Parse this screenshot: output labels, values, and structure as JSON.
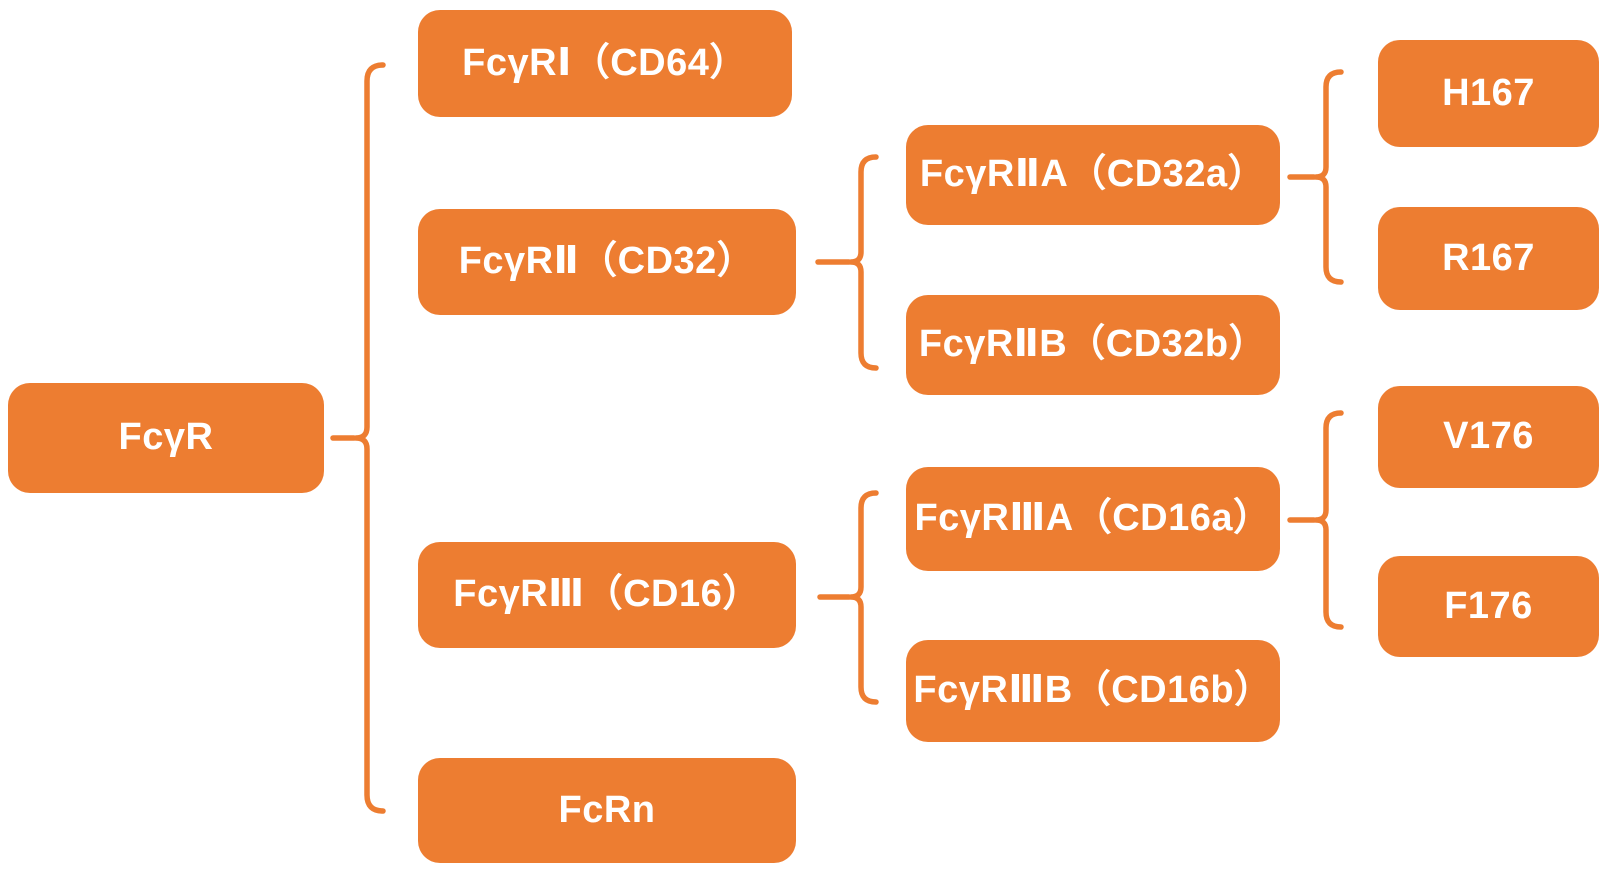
{
  "colors": {
    "node_fill": "#ED7D31",
    "node_text": "#FFFFFF",
    "connector": "#ED7D31",
    "background": "#FFFFFF"
  },
  "tree": {
    "label": "FcγR",
    "children": [
      {
        "label": "FcγRⅠ（CD64）",
        "children": []
      },
      {
        "label": "FcγRⅡ（CD32）",
        "children": [
          {
            "label": "FcγRⅡA（CD32a）",
            "children": [
              {
                "label": "H167"
              },
              {
                "label": "R167"
              }
            ]
          },
          {
            "label": "FcγRⅡB（CD32b）",
            "children": []
          }
        ]
      },
      {
        "label": "FcγRⅢ（CD16）",
        "children": [
          {
            "label": "FcγRⅢA（CD16a）",
            "children": [
              {
                "label": "V176"
              },
              {
                "label": "F176"
              }
            ]
          },
          {
            "label": "FcγRⅢB（CD16b）",
            "children": []
          }
        ]
      },
      {
        "label": "FcRn",
        "children": []
      }
    ]
  }
}
